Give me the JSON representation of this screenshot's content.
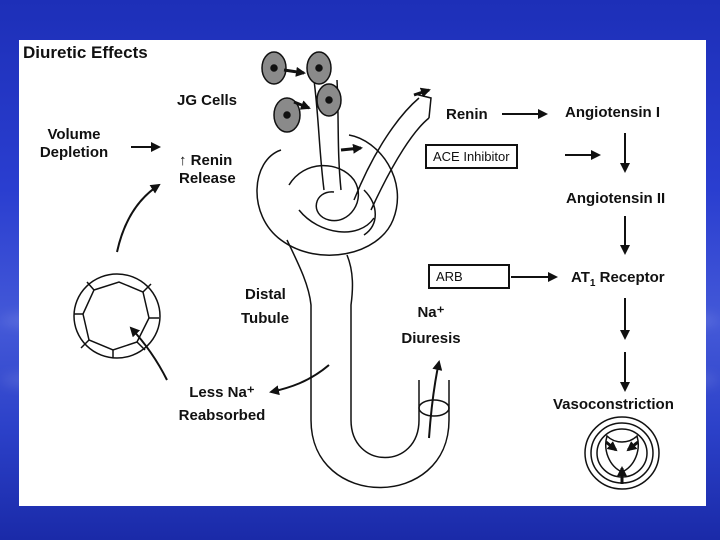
{
  "title": "Diuretic   Effects",
  "labels": {
    "jg_cells": "JG Cells",
    "volume_depletion_1": "Volume",
    "volume_depletion_2": "Depletion",
    "renin_release_1": "↑  Renin",
    "renin_release_2": "Release",
    "distal_tubule_1": "Distal",
    "distal_tubule_2": "Tubule",
    "less_na_1": "Less Na⁺",
    "less_na_2": "Reabsorbed",
    "na_diuresis_1": "Na⁺",
    "na_diuresis_2": "Diuresis",
    "renin": "Renin",
    "angiotensin_1": "Angiotensin I",
    "ace_inhibitor": "ACE Inhibitor",
    "angiotensin_2": "Angiotensin II",
    "arb": "ARB",
    "at1_receptor_prefix": "AT",
    "at1_receptor_sub": "1",
    "at1_receptor_suffix": " Receptor",
    "vasoconstriction": "Vasoconstriction"
  },
  "colors": {
    "background": "#2a3ed0",
    "panel": "#ffffff",
    "ink": "#111111",
    "cell_fill": "#8a8a8a"
  },
  "icons": [
    "arrow-right-icon",
    "arrow-down-icon",
    "curved-arrow-icon",
    "tubule-cell-icon",
    "blood-vessel-icon"
  ]
}
